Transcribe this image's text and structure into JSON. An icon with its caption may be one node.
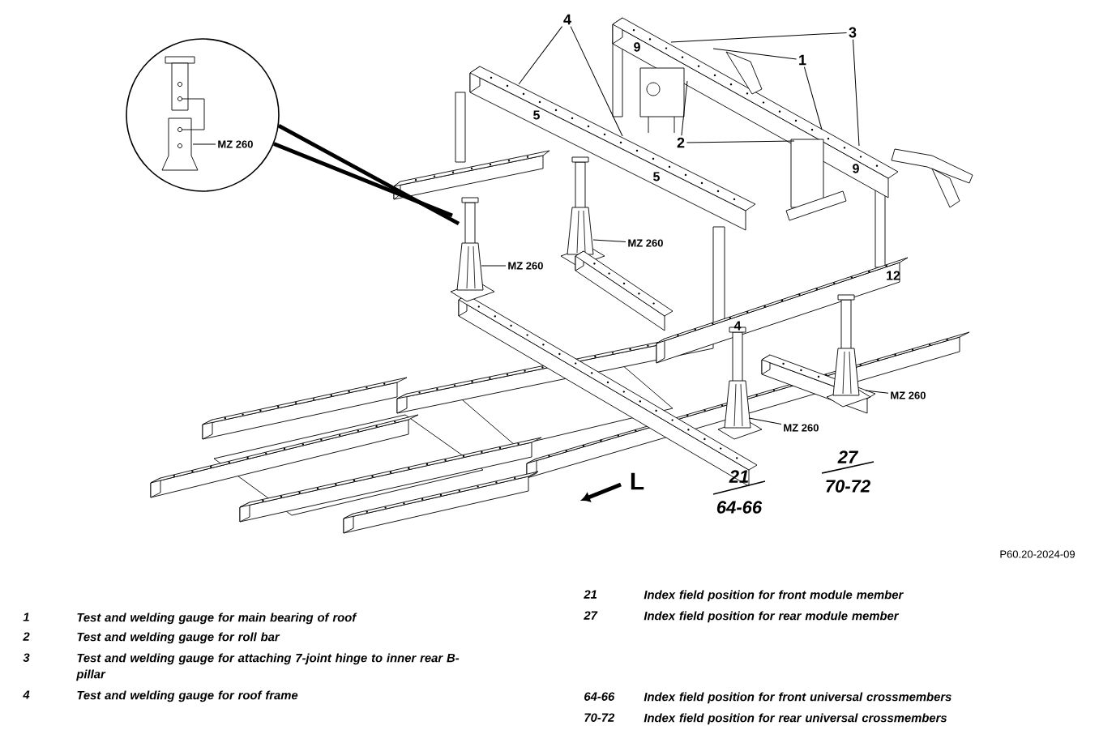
{
  "diagram": {
    "nodes": [
      {
        "text": [],
        "shape": "circle"
      },
      {
        "text": [
          "MZ 260"
        ],
        "in": 0
      },
      {
        "text": [
          "4"
        ]
      },
      {
        "text": [
          "3"
        ]
      },
      {
        "text": [
          "1"
        ]
      },
      {
        "text": [
          "2"
        ]
      },
      {
        "text": [
          "MZ 260"
        ]
      },
      {
        "text": [
          "MZ 260"
        ]
      },
      {
        "text": [
          "MZ 260"
        ]
      },
      {
        "text": [
          "MZ 260"
        ]
      }
    ],
    "edges": [
      {
        "from": 0,
        "to": null,
        "arrow": "none",
        "style": "thick"
      },
      {
        "from": 0,
        "to": null,
        "arrow": "none",
        "style": "thick"
      },
      {
        "from": 1,
        "to": null,
        "arrow": "none"
      },
      {
        "from": 2,
        "to": null,
        "arrow": "none"
      },
      {
        "from": 2,
        "to": null,
        "arrow": "none"
      },
      {
        "from": 3,
        "to": null,
        "arrow": "none"
      },
      {
        "from": 3,
        "to": null,
        "arrow": "none"
      },
      {
        "from": 4,
        "to": null,
        "arrow": "none"
      },
      {
        "from": 4,
        "to": null,
        "arrow": "none"
      },
      {
        "from": 5,
        "to": null,
        "arrow": "none"
      },
      {
        "from": 5,
        "to": null,
        "arrow": "none"
      },
      {
        "from": 6,
        "to": null,
        "arrow": "none"
      },
      {
        "from": 7,
        "to": null,
        "arrow": "none"
      },
      {
        "from": 8,
        "to": null,
        "arrow": "none"
      },
      {
        "from": 9,
        "to": null,
        "arrow": "none"
      }
    ],
    "labels": [
      "5",
      "9",
      "5",
      "9",
      "12",
      "4",
      "L",
      "21",
      "64-66",
      "27",
      "70-72",
      "P60.20-2024-09",
      "1",
      "Test and welding gauge for main bearing of roof",
      "2",
      "Test and welding gauge for roll bar",
      "3",
      "Test and welding gauge for attaching 7-joint hinge to inner rear B-pillar",
      "4",
      "Test and welding gauge for roof frame",
      "21",
      "Index field position for front module member",
      "27",
      "Index field position for rear module member",
      "64-66",
      "Index field position for front universal crossmembers",
      "70-72",
      "Index field position for rear universal crossmembers"
    ]
  }
}
